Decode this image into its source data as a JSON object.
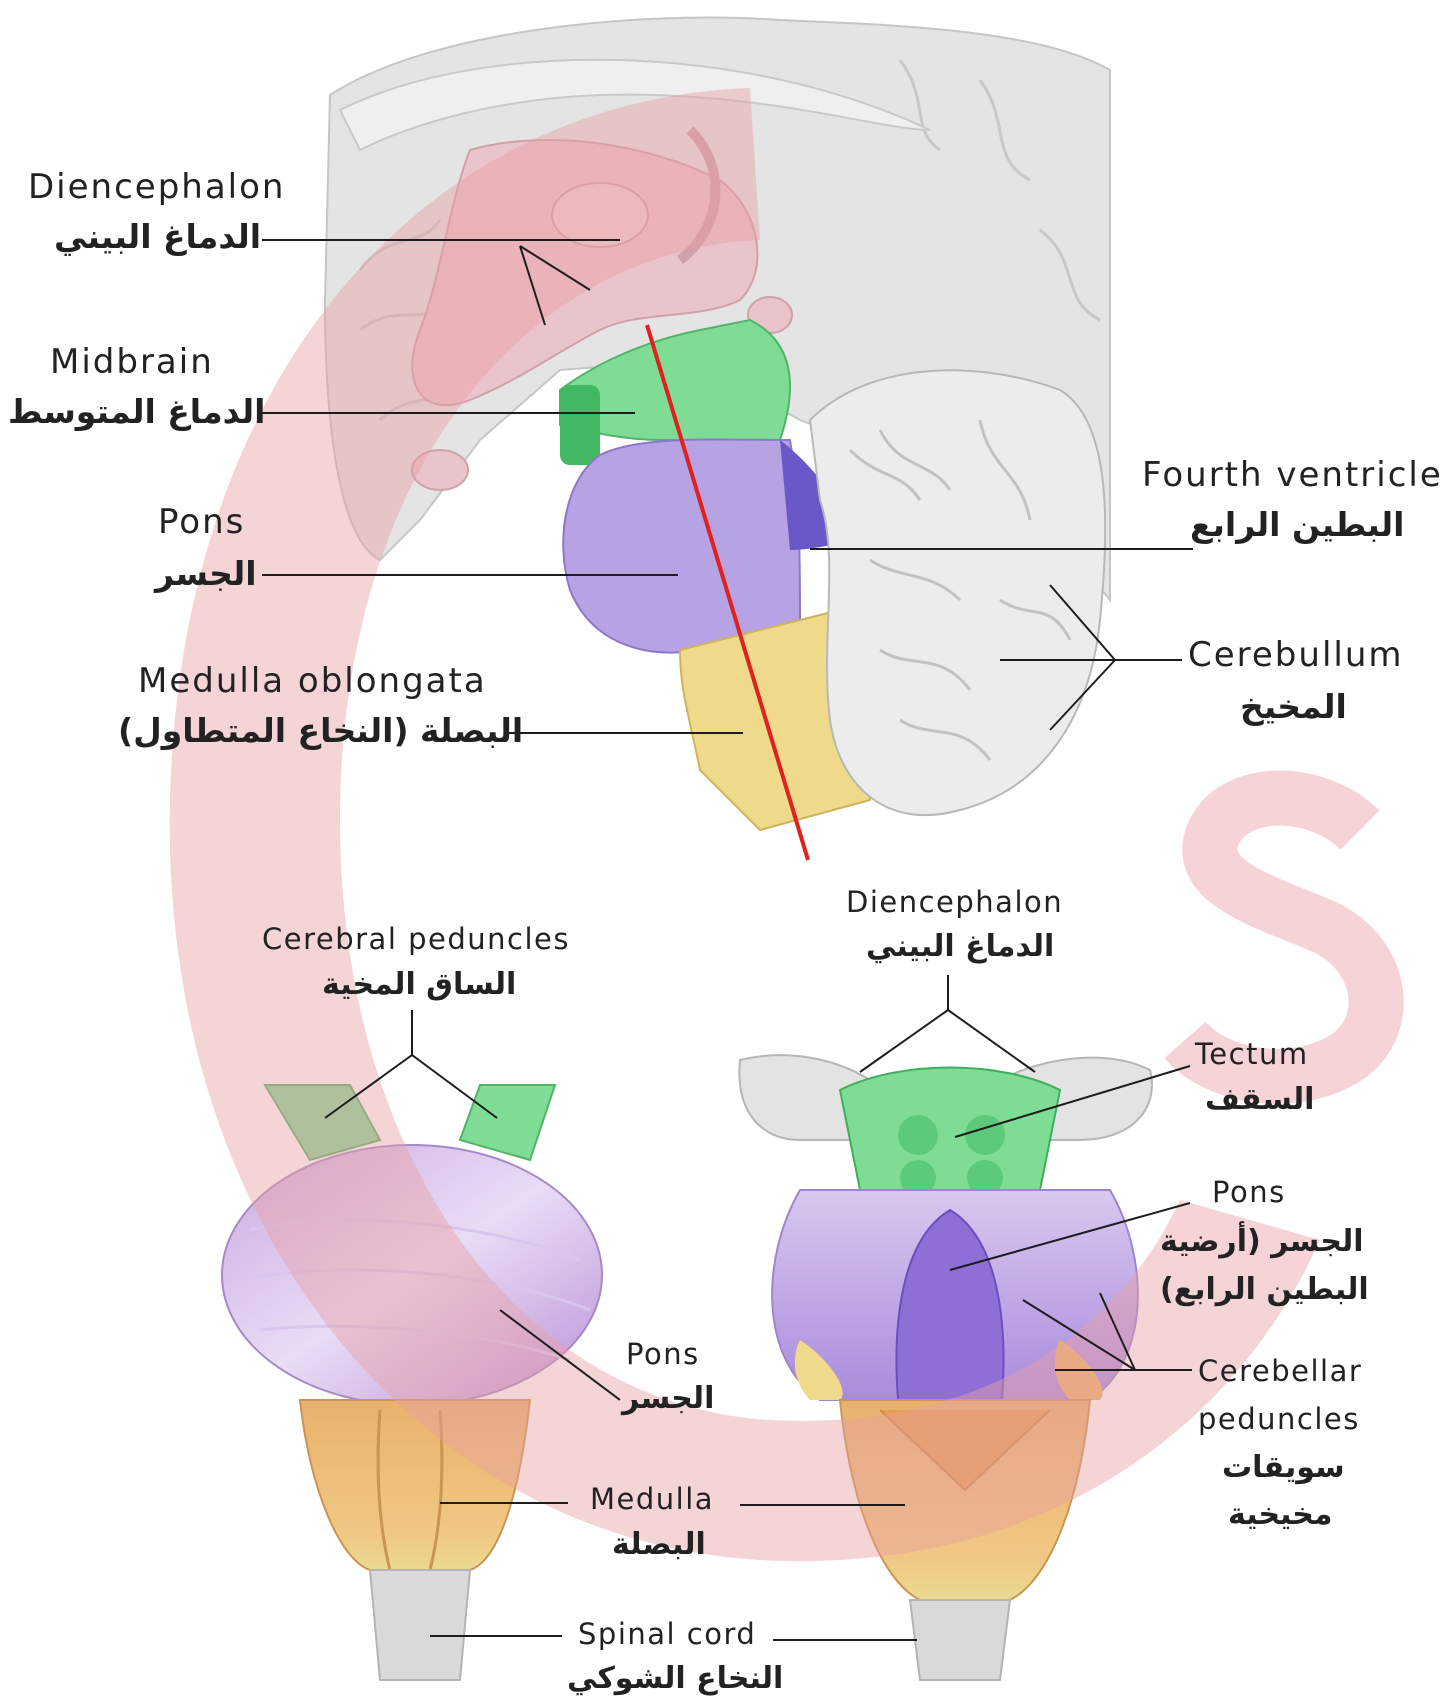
{
  "colors": {
    "diencephalon": "#e8c3c9",
    "midbrain": "#7fdc95",
    "pons": "#b9a4e4",
    "medulla": "#efd98a",
    "medulla_orange": "#e9b36d",
    "spinal_cord": "#d8d8d8",
    "cerebellum": "#ececec",
    "cerebrum": "#e2e2e2",
    "watermark": "#e9a0a5",
    "section_line": "#e0211f",
    "leader_line": "#1d1d1d"
  },
  "labels": {
    "diencephalon_en": "Diencephalon",
    "diencephalon_ar": "الدماغ البيني",
    "midbrain_en": "Midbrain",
    "midbrain_ar": "الدماغ المتوسط",
    "pons_en": "Pons",
    "pons_ar": "الجسر",
    "medulla_oblongata_en": "Medulla oblongata",
    "medulla_oblongata_ar": "البصلة (النخاع المتطاول)",
    "fourth_ventricle_en": "Fourth ventricle",
    "fourth_ventricle_ar": "البطين الرابع",
    "cerebellum_en": "Cerebullum",
    "cerebellum_ar": "المخيخ",
    "cerebral_peduncles_en": "Cerebral peduncles",
    "cerebral_peduncles_ar": "الساق المخية",
    "anterior_pons_en": "Pons",
    "anterior_pons_ar": "الجسر",
    "medulla_en": "Medulla",
    "medulla_ar": "البصلة",
    "spinal_cord_en": "Spinal cord",
    "spinal_cord_ar": "النخاع الشوكي",
    "posterior_diencephalon_en": "Diencephalon",
    "posterior_diencephalon_ar": "الدماغ البيني",
    "tectum_en": "Tectum",
    "tectum_ar": "السقف",
    "posterior_pons_en": "Pons",
    "posterior_pons_ar_line1": "الجسر (أرضية",
    "posterior_pons_ar_line2": "البطين الرابع)",
    "cerebellar_peduncles_en_line1": "Cerebellar",
    "cerebellar_peduncles_en_line2": "peduncles",
    "cerebellar_peduncles_ar_line1": "سويقات",
    "cerebellar_peduncles_ar_line2": "مخيخية"
  }
}
